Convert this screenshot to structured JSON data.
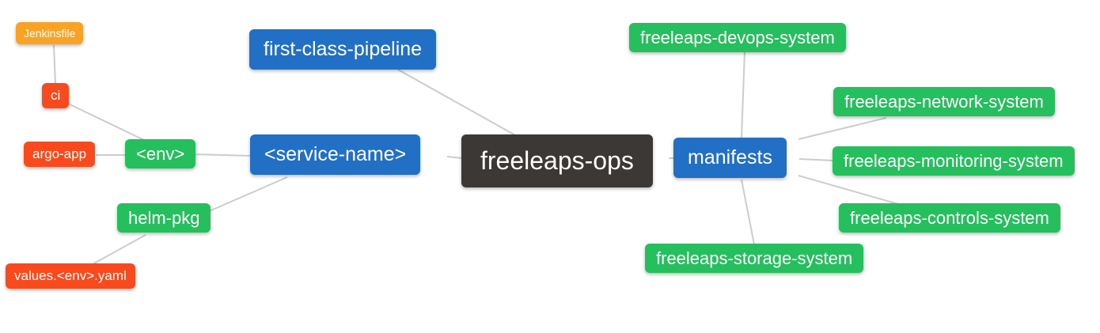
{
  "colors": {
    "background": "#FFFFFF",
    "root_node": "#3B3836",
    "level1_node": "#2270C5",
    "level2_node": "#25BF5D",
    "level3_node": "#F94A1D",
    "level4_node": "#F8A325",
    "link_line": "#CCCCCC",
    "node_text": "#FFFFFF"
  },
  "nodes": [
    {
      "id": "jenkinsfile",
      "label": "Jenkinsfile",
      "level": "level4"
    },
    {
      "id": "ci",
      "label": "ci",
      "level": "level3"
    },
    {
      "id": "argo-app",
      "label": "argo-app",
      "level": "level3"
    },
    {
      "id": "env",
      "label": "<env>",
      "level": "level2"
    },
    {
      "id": "helm-pkg",
      "label": "helm-pkg",
      "level": "level2"
    },
    {
      "id": "values-env-yaml",
      "label": "values.<env>.yaml",
      "level": "level3"
    },
    {
      "id": "first-class-pipeline",
      "label": "first-class-pipeline",
      "level": "level1"
    },
    {
      "id": "service-name",
      "label": "<service-name>",
      "level": "level1"
    },
    {
      "id": "freeleaps-ops",
      "label": "freeleaps-ops",
      "level": "root"
    },
    {
      "id": "manifests",
      "label": "manifests",
      "level": "level1"
    },
    {
      "id": "freeleaps-devops-system",
      "label": "freeleaps-devops-system",
      "level": "level2"
    },
    {
      "id": "freeleaps-network-system",
      "label": "freeleaps-network-system",
      "level": "level2"
    },
    {
      "id": "freeleaps-monitoring-system",
      "label": "freeleaps-monitoring-system",
      "level": "level2"
    },
    {
      "id": "freeleaps-controls-system",
      "label": "freeleaps-controls-system",
      "level": "level2"
    },
    {
      "id": "freeleaps-storage-system",
      "label": "freeleaps-storage-system",
      "level": "level2"
    }
  ],
  "edges": [
    {
      "from": "ci",
      "to": "jenkinsfile"
    },
    {
      "from": "env",
      "to": "ci"
    },
    {
      "from": "env",
      "to": "argo-app"
    },
    {
      "from": "service-name",
      "to": "env"
    },
    {
      "from": "service-name",
      "to": "helm-pkg"
    },
    {
      "from": "helm-pkg",
      "to": "values-env-yaml"
    },
    {
      "from": "freeleaps-ops",
      "to": "first-class-pipeline"
    },
    {
      "from": "freeleaps-ops",
      "to": "service-name"
    },
    {
      "from": "freeleaps-ops",
      "to": "manifests"
    },
    {
      "from": "manifests",
      "to": "freeleaps-devops-system"
    },
    {
      "from": "manifests",
      "to": "freeleaps-network-system"
    },
    {
      "from": "manifests",
      "to": "freeleaps-monitoring-system"
    },
    {
      "from": "manifests",
      "to": "freeleaps-controls-system"
    },
    {
      "from": "manifests",
      "to": "freeleaps-storage-system"
    }
  ]
}
